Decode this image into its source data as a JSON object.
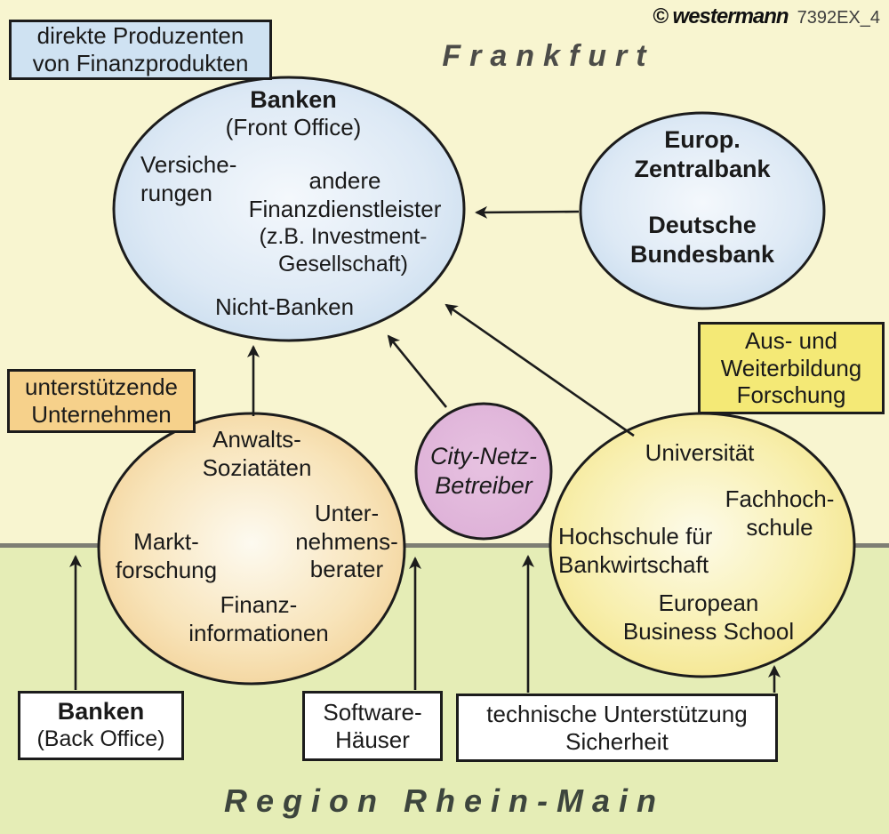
{
  "meta": {
    "publisher": "© westermann",
    "code": "7392EX_4"
  },
  "regions": {
    "top": "Frankfurt",
    "bottom": "Region Rhein-Main"
  },
  "callouts": {
    "direkte": "direkte Produzenten\nvon Finanzprodukten",
    "unterstuetzende": "unterstützende\nUnternehmen",
    "aus_weiterbildung": "Aus- und\nWeiterbildung\nForschung",
    "banken_back_title": "Banken",
    "banken_back_sub": "(Back Office)",
    "software": "Software-\nHäuser",
    "technische": "technische Unterstützung\nSicherheit"
  },
  "finanz_ellipse": {
    "title": "Banken",
    "subtitle": "(Front Office)",
    "versicherungen": "Versiche-\nrungen",
    "andere": "andere\nFinanzdienstleister",
    "beispiel": "(z.B. Investment-\nGesellschaft)",
    "nicht_banken": "Nicht-Banken"
  },
  "zentralbank_ellipse": {
    "block1": "Europ.\nZentralbank",
    "block2": "Deutsche\nBundesbank"
  },
  "city_netz_circle": {
    "label": "City-Netz-\nBetreiber"
  },
  "unternehmen_ellipse": {
    "anwalts": "Anwalts-\nSoziatäten",
    "berater": "Unter-\nnehmens-\nberater",
    "markt": "Markt-\nforschung",
    "finanzinfo": "Finanz-\ninformationen"
  },
  "bildung_ellipse": {
    "universitaet": "Universität",
    "fachhochschule": "Fachhoch-\nschule",
    "hochschule_bank": "Hochschule für\nBankwirtschaft",
    "ebs": "European\nBusiness School"
  },
  "colors": {
    "top_background": "#f8f5d0",
    "bottom_background": "#e5edb6",
    "divider_gray": "#7e7e74",
    "blue_fill": "#cfe2f2",
    "blue_ellipse_edge": "#c2d8ec",
    "orange_fill": "#f6d18b",
    "orange_ellipse_edge": "#f0c886",
    "yellow_fill": "#f4e976",
    "yellow_ellipse_edge": "#f2e07c",
    "pink_fill": "#dfb3da",
    "outline": "#1c1c1c"
  }
}
